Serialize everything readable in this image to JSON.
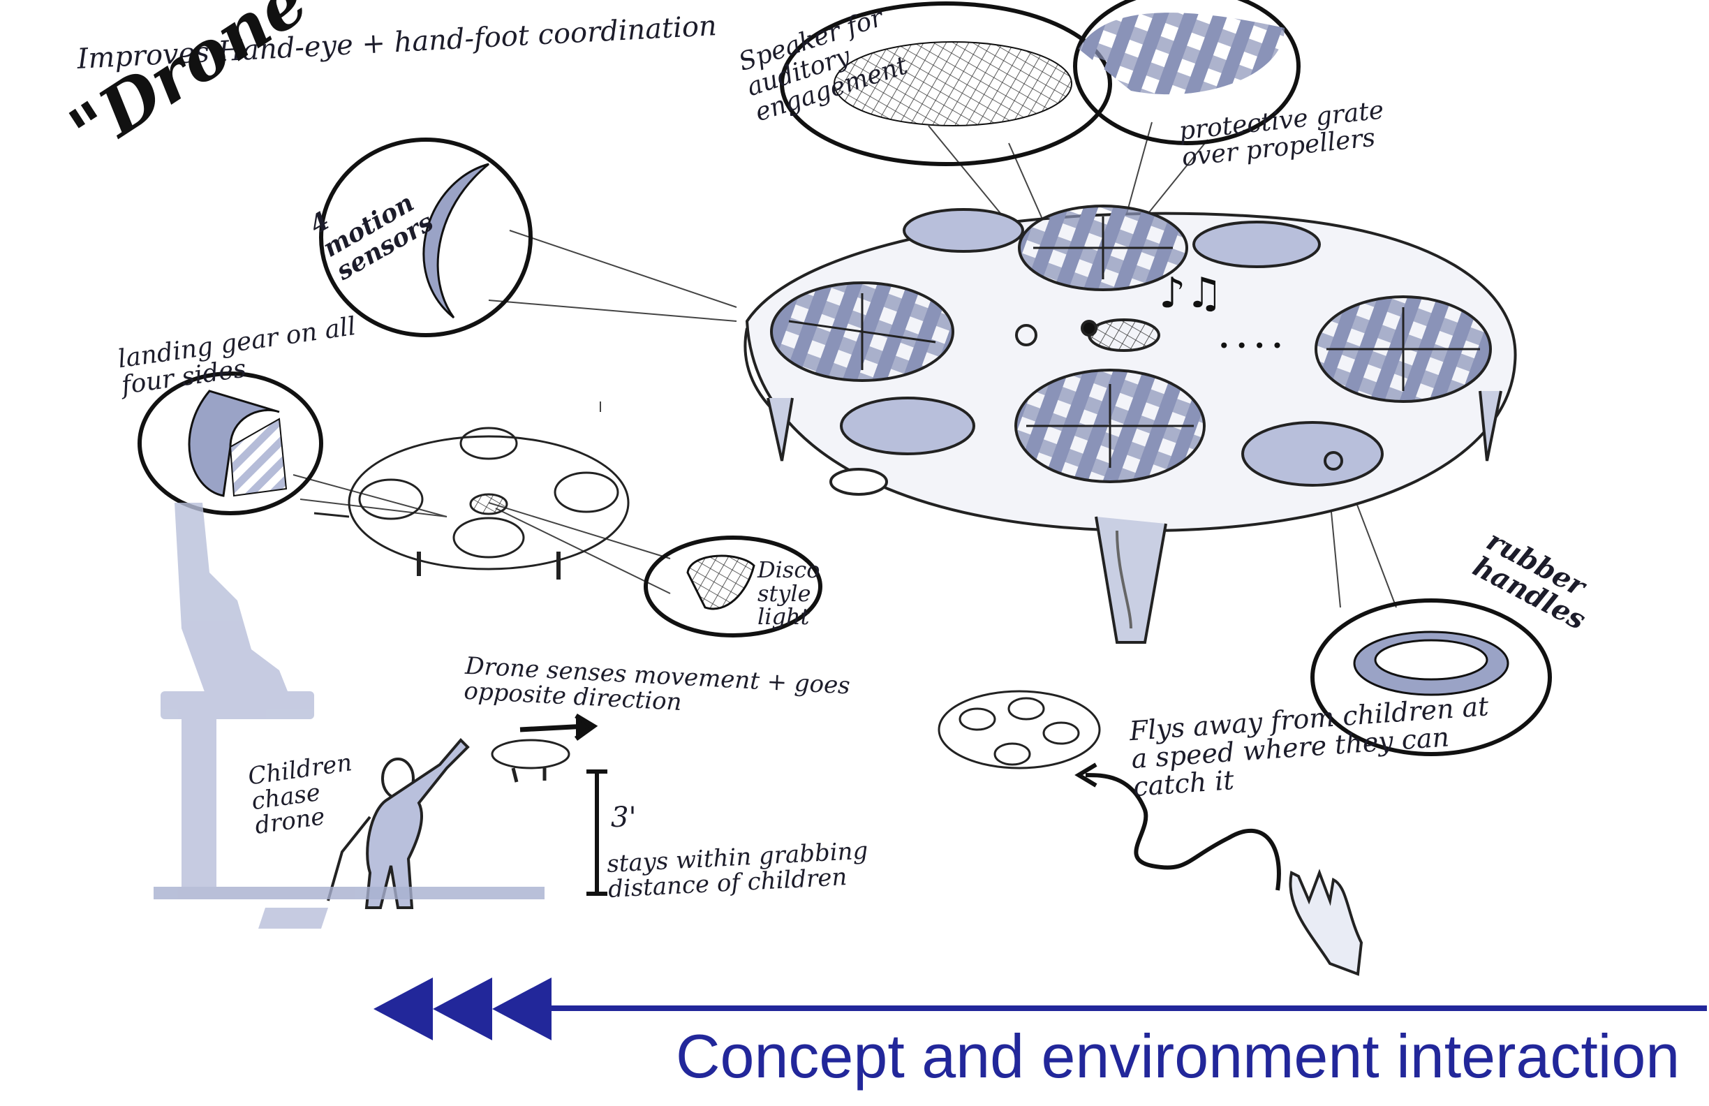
{
  "title": "\"Drone chase\"",
  "header_note": "Improves Hand-eye + hand-foot coordination",
  "annotations": {
    "motion_sensors": "4 motion sensors",
    "landing_gear": "landing gear on all four sides",
    "disco_light": "Disco style light",
    "speaker": "Speaker for auditory engagement",
    "protective_grate": "protective grate over propellers",
    "rubber_handles": "rubber handles",
    "senses_movement": "Drone senses movement + goes opposite direction",
    "children_chase": "Children chase drone",
    "height": "3'",
    "stays_within": "stays within grabbing distance of children",
    "flys_away": "Flys away from children at a speed where they can catch it"
  },
  "caption": "Concept and environment interaction",
  "colors": {
    "ink": "#1c1c2a",
    "marker": "#9aa3c6",
    "marker_light": "#c9cfe3",
    "caption_blue": "#22279a"
  }
}
